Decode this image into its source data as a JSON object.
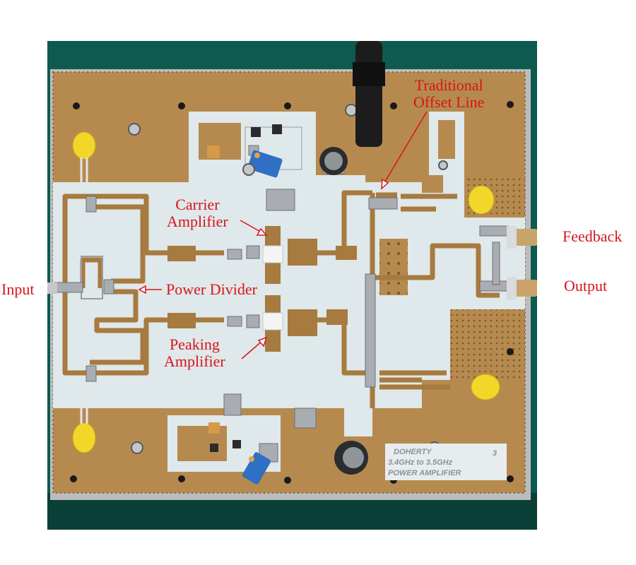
{
  "photo": {
    "subject": "doherty-power-amplifier-board",
    "colors": {
      "backdrop": "#0f5a4e",
      "copper": "#b68a4e",
      "substrate": "#dfe8ea",
      "trace": "#a77a3f",
      "solder": "#a9adb2",
      "capacitor_yellow": "#f2d62a",
      "trimmer_blue": "#2f6fc4",
      "sma_gold": "#c9a46a",
      "annotation_red": "#d8141c"
    },
    "silkscreen": {
      "line1": "DOHERTY",
      "line2": "3.4GHz to 3.5GHz",
      "line3": "POWER AMPLIFIER",
      "mark": "3"
    }
  },
  "annotations": {
    "offset_line": {
      "line1": "Traditional",
      "line2": "Offset Line"
    },
    "carrier": {
      "line1": "Carrier",
      "line2": "Amplifier"
    },
    "power_divider": "Power Divider",
    "peaking": {
      "line1": "Peaking",
      "line2": "Amplifier"
    },
    "input": "Input",
    "feedback": "Feedback",
    "output": "Output"
  }
}
